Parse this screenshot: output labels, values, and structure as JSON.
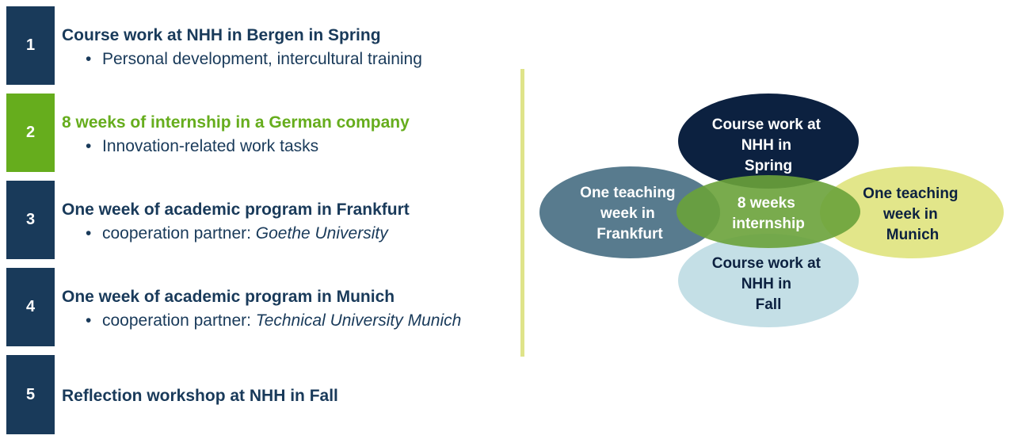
{
  "colors": {
    "navy": "#193a5a",
    "green": "#66ad1d",
    "dark_navy": "#0c2140",
    "slate": "#587b8e",
    "light_blue": "#c4dfe6",
    "lime": "#e2e68a",
    "center_green": "#6aa23a",
    "divider": "#dfe48a"
  },
  "steps": [
    {
      "number": "1",
      "title": "Course work at NHH in Bergen in Spring",
      "bullet": "Personal development, intercultural training",
      "bullet_italic": ""
    },
    {
      "number": "2",
      "title": "8 weeks of internship in a German company",
      "bullet": "Innovation-related work tasks",
      "bullet_italic": ""
    },
    {
      "number": "3",
      "title": "One week of academic program in Frankfurt",
      "bullet": "cooperation partner: ",
      "bullet_italic": "Goethe University"
    },
    {
      "number": "4",
      "title": "One week of academic program in Munich",
      "bullet": "cooperation partner: ",
      "bullet_italic": "Technical University Munich"
    },
    {
      "number": "5",
      "title": "Reflection workshop at NHH in Fall",
      "bullet": "",
      "bullet_italic": ""
    }
  ],
  "diagram": {
    "top": [
      "Course work at",
      "NHH in",
      "Spring"
    ],
    "left": [
      "One teaching",
      "week in",
      "Frankfurt"
    ],
    "right": [
      "One teaching",
      "week in",
      "Munich"
    ],
    "bottom": [
      "Course work at",
      "NHH in",
      "Fall"
    ],
    "center": [
      "8 weeks",
      "internship"
    ]
  }
}
